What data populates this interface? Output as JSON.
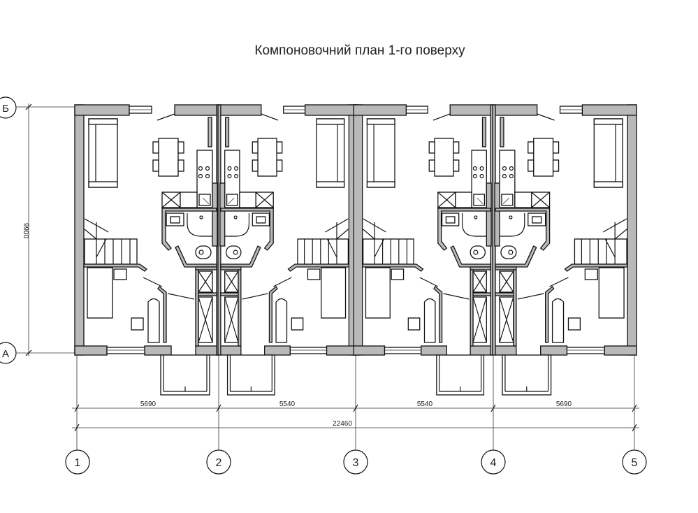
{
  "title": "Компоновочний план 1-го поверху",
  "axes": {
    "rows": [
      {
        "label": "Б"
      },
      {
        "label": "А"
      }
    ],
    "columns": [
      {
        "label": "1"
      },
      {
        "label": "2"
      },
      {
        "label": "3"
      },
      {
        "label": "4"
      },
      {
        "label": "5"
      }
    ]
  },
  "dimensions": {
    "height": "9900",
    "spans": [
      "5690",
      "5540",
      "5540",
      "5690"
    ],
    "total": "22460"
  }
}
